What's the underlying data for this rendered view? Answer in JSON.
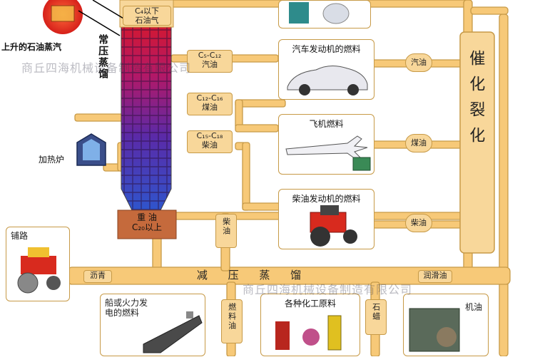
{
  "top_left": {
    "vapor_label": "上升的石油蒸汽"
  },
  "tower": {
    "column_label": "常压蒸馏",
    "bottom_label_1": "重 油",
    "bottom_label_2": "C₂₀以上"
  },
  "fractions": [
    {
      "carbon": "C₄以下",
      "name": "石油气"
    },
    {
      "carbon": "C₅-C₁₂",
      "name": "汽油"
    },
    {
      "carbon": "C₁₂-C₁₆",
      "name": "煤油"
    },
    {
      "carbon": "C₁₅-C₁₈",
      "name": "柴油"
    }
  ],
  "furnace": {
    "label": "加热炉"
  },
  "cards": {
    "car": "汽车发动机的燃料",
    "plane": "飞机燃料",
    "tractor": "柴油发动机的燃料",
    "ship_1": "船或火力发",
    "ship_2": "电的燃料",
    "chem": "各种化工原料",
    "engine_oil": "机油"
  },
  "cracking": {
    "label": "催化裂化",
    "tags": [
      "汽油",
      "煤油",
      "柴油"
    ]
  },
  "vacuum": {
    "label": "减 压 蒸 馏",
    "tags": {
      "diesel": "柴油",
      "asphalt": "沥青",
      "lube": "润滑油",
      "fuel_oil": "燃料油",
      "wax": "石蜡"
    },
    "road": "铺路"
  },
  "watermark": {
    "line1": "商丘四海机械设备制造有限公司",
    "line2": "商丘四海机械设备制造有限公司"
  },
  "colors": {
    "pipe": "#f7c978",
    "pipe_border": "#c79a47",
    "tower_top": "#d42020",
    "tower_bottom": "#3b4fc4"
  }
}
